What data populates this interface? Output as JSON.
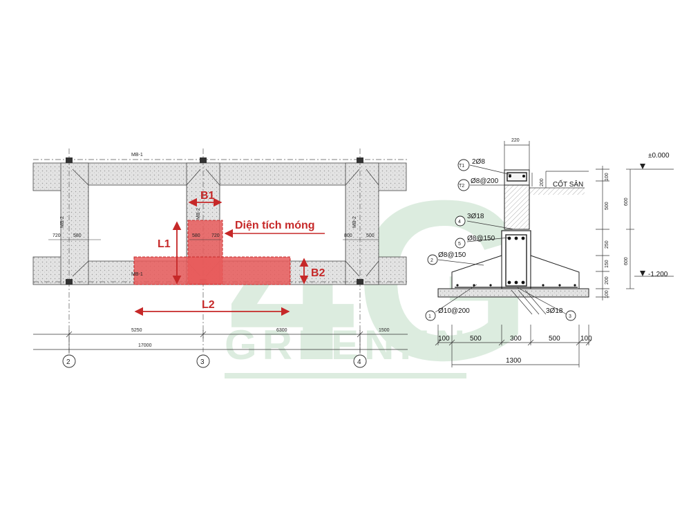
{
  "colors": {
    "accent_red": "#c62828",
    "highlight": "#e85a5a",
    "watermark": "#d9eadc",
    "concrete": "#cfcfcf",
    "line": "#222222"
  },
  "watermark": {
    "big": "4G",
    "name": "GREENHN"
  },
  "plan": {
    "beam_top": "MB-1",
    "beam_bottom": "MB-1",
    "beam_vertical": "MB-2",
    "dim_720_left": "720",
    "dim_580_left": "580",
    "dim_580_mid": "580",
    "dim_720_mid": "720",
    "dim_800": "800",
    "dim_500": "500",
    "span_5250": "5250",
    "span_6300": "6300",
    "span_1500": "1500",
    "total": "17000",
    "grid_2": "2",
    "grid_3": "3",
    "grid_4": "4"
  },
  "annotations": {
    "b1": "B1",
    "l1": "L1",
    "b2": "B2",
    "l2": "L2",
    "area_label": "Diện tích móng"
  },
  "section": {
    "dim_220": "220",
    "t1": "T1",
    "t1_rebar": "2Ø8",
    "t2": "T2",
    "t2_rebar": "Ø8@200",
    "floor_level": "CỐT SÂN",
    "level_top": "±0.000",
    "level_bottom": "-1.200",
    "dim_200": "200",
    "mark_4": "4",
    "rebar_4": "3Ø18",
    "mark_5": "5",
    "rebar_5": "Ø8@150",
    "mark_2": "2",
    "rebar_2": "Ø8@150",
    "mark_1": "1",
    "rebar_1": "Ø10@200",
    "mark_3": "3",
    "rebar_3": "3Ø18",
    "right_100a": "100",
    "right_500": "500",
    "right_250": "250",
    "right_150": "150",
    "right_200": "200",
    "right_100b": "100",
    "right_600a": "600",
    "right_600b": "600",
    "bottom_100a": "100",
    "bottom_500a": "500",
    "bottom_300": "300",
    "bottom_500b": "500",
    "bottom_100b": "100",
    "bottom_total": "1300"
  }
}
